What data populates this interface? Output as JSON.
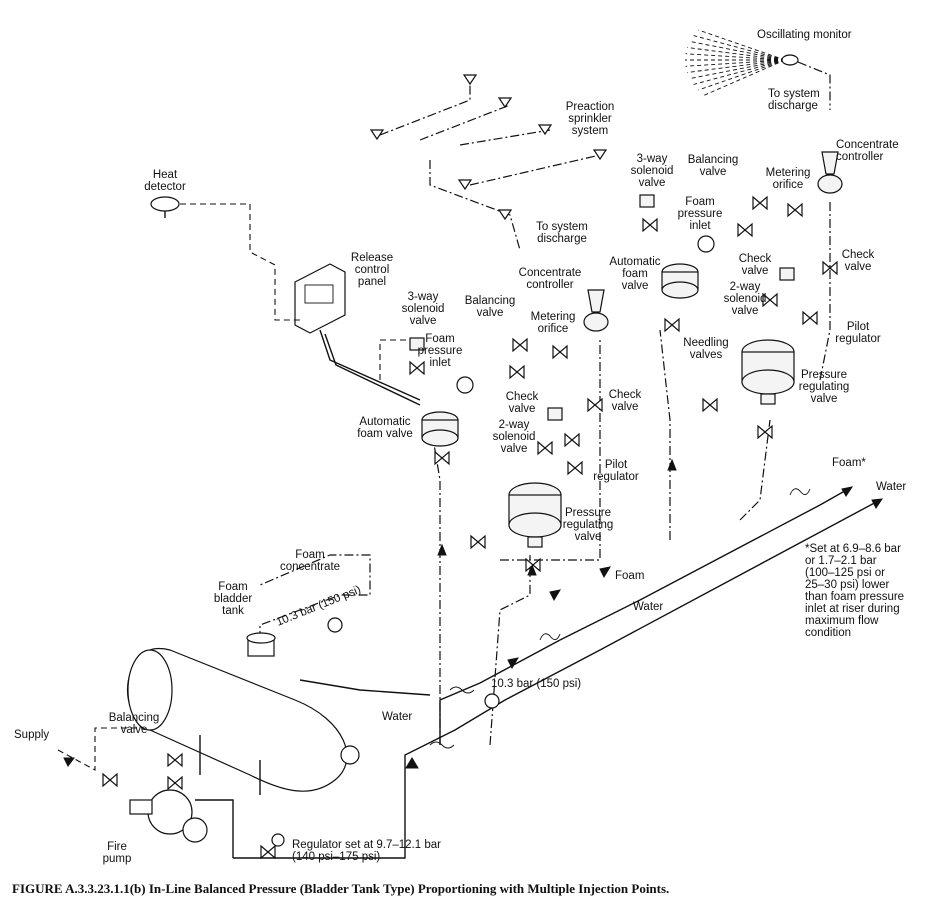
{
  "labels": {
    "oscillating_monitor": "Oscillating monitor",
    "to_system_discharge_top": [
      "To system",
      "discharge"
    ],
    "concentrate_controller_right": [
      "Concentrate",
      "controller"
    ],
    "preaction_sprinkler_system": [
      "Preaction",
      "sprinkler",
      "system"
    ],
    "heat_detector": [
      "Heat",
      "detector"
    ],
    "three_way_solenoid_right": [
      "3-way",
      "solenoid",
      "valve"
    ],
    "balancing_valve_right": [
      "Balancing",
      "valve"
    ],
    "metering_orifice_right": [
      "Metering",
      "orifice"
    ],
    "foam_pressure_inlet_right": [
      "Foam",
      "pressure",
      "inlet"
    ],
    "to_system_discharge_mid": [
      "To system",
      "discharge"
    ],
    "automatic_foam_valve_right": [
      "Automatic",
      "foam",
      "valve"
    ],
    "check_valve_right_a": [
      "Check",
      "valve"
    ],
    "check_valve_right_b": [
      "Check",
      "valve"
    ],
    "release_control_panel": [
      "Release",
      "control",
      "panel"
    ],
    "concentrate_controller_mid": [
      "Concentrate",
      "controller"
    ],
    "two_way_solenoid_right": [
      "2-way",
      "solenoid",
      "valve"
    ],
    "three_way_solenoid_left": [
      "3-way",
      "solenoid",
      "valve"
    ],
    "balancing_valve_left": [
      "Balancing",
      "valve"
    ],
    "metering_orifice_left": [
      "Metering",
      "orifice"
    ],
    "pilot_regulator_right": [
      "Pilot",
      "regulator"
    ],
    "foam_pressure_inlet_left": [
      "Foam",
      "pressure",
      "inlet"
    ],
    "needling_valves": [
      "Needling",
      "valves"
    ],
    "pressure_regulating_valve_right": [
      "Pressure",
      "regulating",
      "valve"
    ],
    "check_valve_left_a": [
      "Check",
      "valve"
    ],
    "check_valve_left_b": [
      "Check",
      "valve"
    ],
    "automatic_foam_valve_left": [
      "Automatic",
      "foam valve"
    ],
    "two_way_solenoid_left": [
      "2-way",
      "solenoid",
      "valve"
    ],
    "pilot_regulator_left": [
      "Pilot",
      "regulator"
    ],
    "foam_star": "Foam*",
    "water_right": "Water",
    "pressure_regulating_valve_left": [
      "Pressure",
      "regulating",
      "valve"
    ],
    "footnote": [
      "*Set at 6.9–8.6 bar",
      "or 1.7–2.1 bar",
      "(100–125 psi or",
      "25–30 psi) lower",
      "than foam pressure",
      "inlet at riser during",
      "maximum flow",
      "condition"
    ],
    "foam_concentrate": [
      "Foam",
      "concentrate"
    ],
    "foam_bladder_tank": [
      "Foam",
      "bladder",
      "tank"
    ],
    "tank_pressure": "10.3 bar (150 psi)",
    "foam_mid": "Foam",
    "water_mid": "Water",
    "line_pressure": "10.3 bar (150 psi)",
    "water_bottom": "Water",
    "supply": "Supply",
    "balancing_valve_bottom": [
      "Balancing",
      "valve"
    ],
    "fire_pump": [
      "Fire",
      "pump"
    ],
    "regulator_set": [
      "Regulator set at 9.7–12.1 bar",
      "(140 psi–175 psi)"
    ]
  },
  "caption": "FIGURE A.3.3.23.1.1(b)   In-Line Balanced Pressure (Bladder Tank Type) Proportioning with Multiple Injection Points."
}
